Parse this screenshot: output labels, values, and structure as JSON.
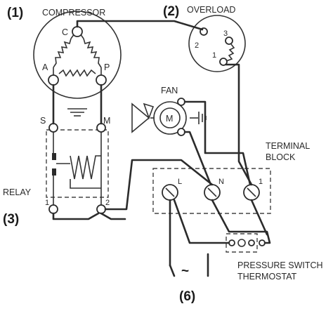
{
  "labels": {
    "compressor_num": "(1)",
    "compressor": "COMPRESSOR",
    "overload_num": "(2)",
    "overload": "OVERLOAD",
    "fan": "FAN",
    "motor": "M",
    "terminal": "TERMINAL",
    "block": "BLOCK",
    "relay": "RELAY",
    "relay_num": "(3)",
    "pressure_switch": "PRESSURE SWITCH",
    "thermostat": "THERMOSTAT",
    "supply_num": "(6)",
    "supply_symbol": "~"
  },
  "compressor_pins": {
    "c": "C",
    "a": "A",
    "p": "P"
  },
  "overload_pins": {
    "p1": "1",
    "p2": "2",
    "p3": "3"
  },
  "relay_pins": {
    "s": "S",
    "m": "M",
    "p1": "1",
    "p2": "2"
  },
  "terminal_pins": {
    "l": "L",
    "n": "N",
    "one": "1"
  }
}
